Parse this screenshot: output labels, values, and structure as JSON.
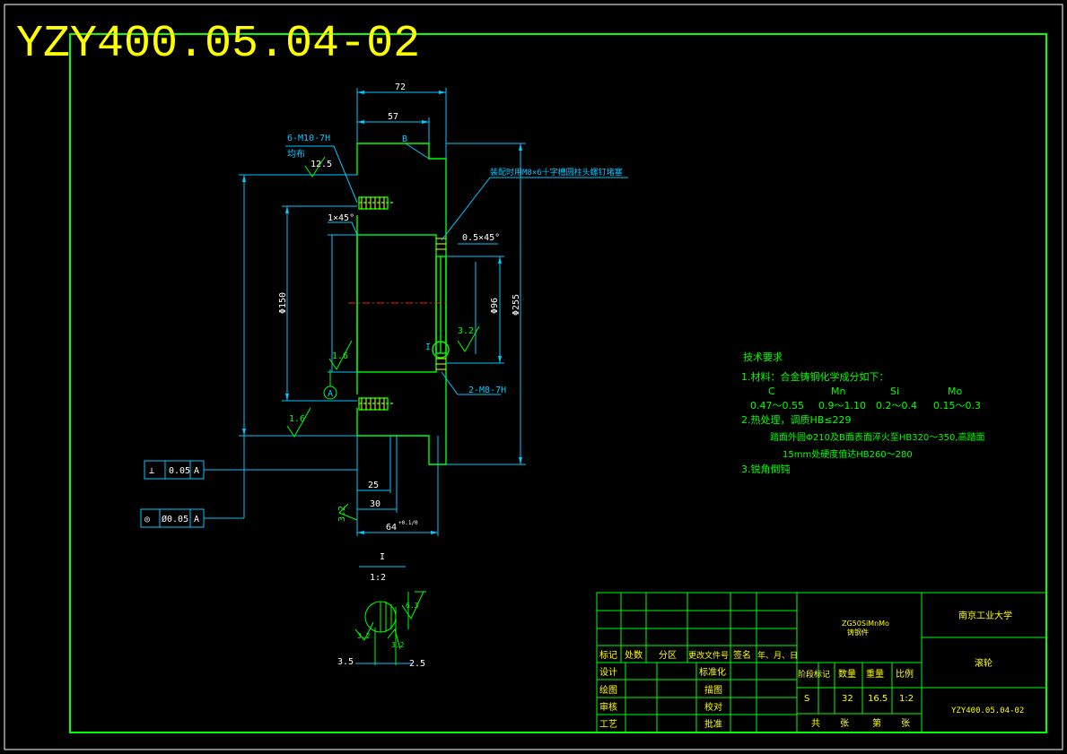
{
  "title": "YZY400.05.04-02",
  "dimensions": {
    "d72": "72",
    "d57": "57",
    "d25": "25",
    "d30": "30",
    "d64": "64",
    "d64_tol": "+0.1/0",
    "d12_5": "12.5",
    "d150": "Φ150",
    "d96": "Φ96",
    "d255": "Φ255",
    "chamfer1": "1×45°",
    "chamfer2": "0.5×45°",
    "thread1": "6-M10-7H",
    "thread1_note": "均布",
    "thread2": "2-M8-7H",
    "note_screw": "装配时用M8×6十字槽圆柱头螺钉堵塞",
    "label_b": "B",
    "label_i": "I",
    "label_a": "A",
    "rough_1_6a": "1.6",
    "rough_1_6b": "1.6",
    "rough_3_2a": "3.2",
    "rough_3_2b": "3.2",
    "tol_perp_val": "0.05",
    "tol_perp_ref": "A",
    "tol_circ_val": "Ø0.05",
    "tol_circ_ref": "A",
    "detail_label": "I",
    "detail_scale": "1:2",
    "detail_d35": "3.5",
    "detail_d25": "2.5",
    "detail_d63": "6.3",
    "detail_d32a": "3.2",
    "detail_d32b": "3.2"
  },
  "tech": {
    "heading": "技术要求",
    "line1": "1.材料：合金铸钢化学成分如下：",
    "elements": [
      "C",
      "Mn",
      "Si",
      "Mo"
    ],
    "values": [
      "0.47～0.55",
      "0.9～1.10",
      "0.2～0.4",
      "0.15～0.3"
    ],
    "line2": "2.热处理，调质HB≤229",
    "line3": "踏面外圆Φ210及B面表面淬火至HB320～350,高踏面",
    "line4": "15mm处硬度值达HB260～280",
    "line5": "3.锐角倒钝"
  },
  "titleblock": {
    "material": "ZG50SiMnMo",
    "material_sub": "铸钢件",
    "school": "南京工业大学",
    "part_name": "滚轮",
    "drawing_no": "YZY400.05.04-02",
    "col_mark": "标记",
    "col_count": "处数",
    "col_zone": "分区",
    "col_docno": "更改文件号",
    "col_sign": "签名",
    "col_date": "年、月、日",
    "row_design": "设计",
    "row_draw": "绘图",
    "row_review": "审核",
    "row_process": "工艺",
    "std": "标准化",
    "trace": "描图",
    "check": "校对",
    "approve": "批准",
    "stage": "阶段标记",
    "qty": "数量",
    "weight": "重量",
    "scale_h": "比例",
    "stage_val": "S",
    "qty_val": "32",
    "weight_val": "16.5",
    "scale_val": "1:2",
    "sheets_total": "共",
    "sheets_unit": "张",
    "sheet_no": "第",
    "sheet_unit2": "张"
  }
}
